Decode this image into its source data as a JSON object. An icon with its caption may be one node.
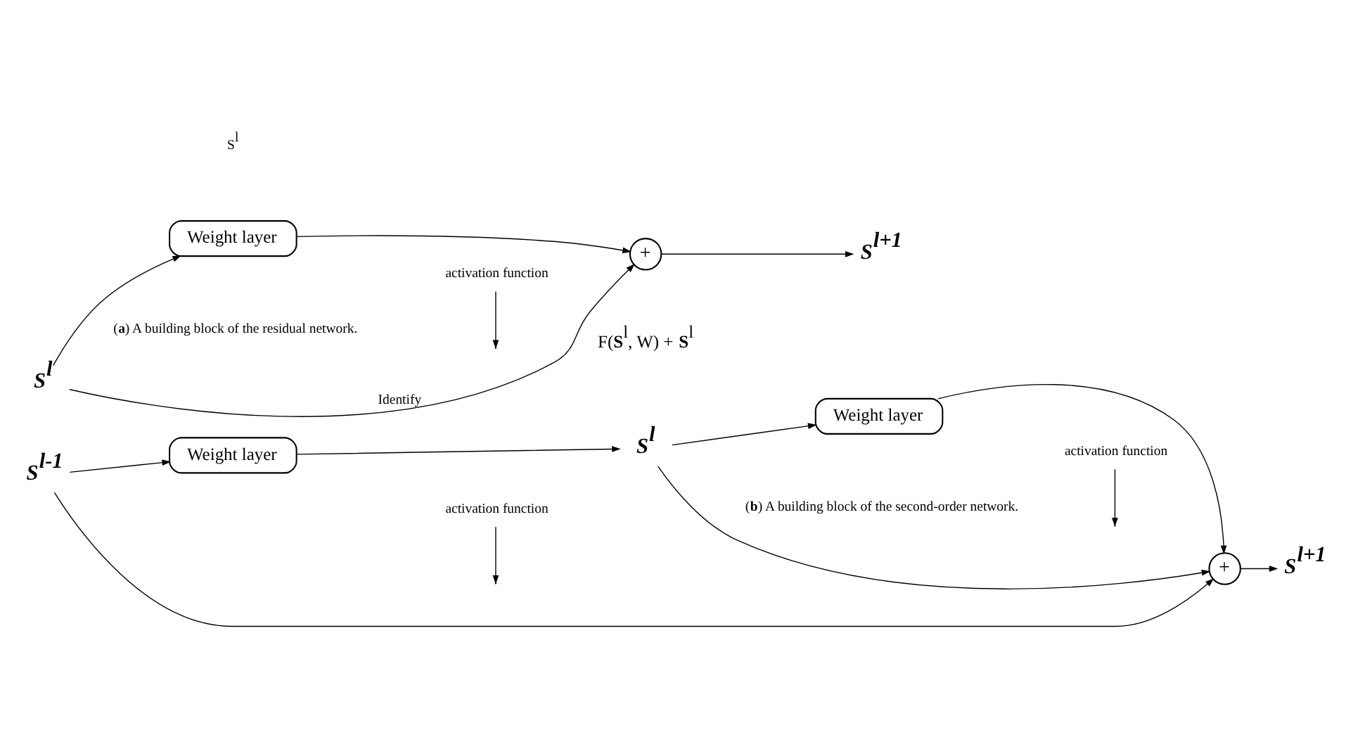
{
  "diagram": {
    "nodes": [
      {
        "text": [
          "S$^{l}$"
        ]
      },
      {
        "text": [
          "Weight layer"
        ]
      },
      {
        "text": [
          "+"
        ],
        "beside": [
          "F(**S**$^{l}$, W) + **S**$^{l}$"
        ]
      },
      {
        "text": [
          "S$^{l+1}$"
        ]
      },
      {
        "text": [
          "activation function"
        ]
      },
      {
        "text": [
          "S$^{l-1}$"
        ]
      },
      {
        "text": [
          "Weight layer"
        ]
      },
      {
        "text": [
          "S$^{l}$"
        ]
      },
      {
        "text": [
          "Weight layer"
        ]
      },
      {
        "text": [
          "+"
        ]
      },
      {
        "text": [
          "S$^{l+1}$"
        ]
      },
      {
        "text": [
          "activation function"
        ]
      },
      {
        "text": [
          "activation function"
        ]
      }
    ],
    "edges": [
      {
        "from": 0,
        "to": 1,
        "arrow": "to"
      },
      {
        "from": 0,
        "to": 2,
        "arrow": "to",
        "label": "Identify"
      },
      {
        "from": 1,
        "to": 2,
        "arrow": "to"
      },
      {
        "from": 2,
        "to": 3,
        "arrow": "to"
      },
      {
        "from": 4,
        "to": null,
        "arrow": "to"
      },
      {
        "from": 5,
        "to": 6,
        "arrow": "to"
      },
      {
        "from": 5,
        "to": 9,
        "arrow": "to"
      },
      {
        "from": 6,
        "to": 7,
        "arrow": "to"
      },
      {
        "from": 7,
        "to": 8,
        "arrow": "to"
      },
      {
        "from": 7,
        "to": 9,
        "arrow": "to"
      },
      {
        "from": 8,
        "to": 9,
        "arrow": "to"
      },
      {
        "from": 9,
        "to": 10,
        "arrow": "to"
      },
      {
        "from": 11,
        "to": null,
        "arrow": "to"
      },
      {
        "from": 12,
        "to": null,
        "arrow": "to"
      }
    ],
    "labels": [
      "S$^{l}$",
      "(**a**) A building block of the residual network.",
      "(**b**) A building block of the second-order network."
    ]
  }
}
